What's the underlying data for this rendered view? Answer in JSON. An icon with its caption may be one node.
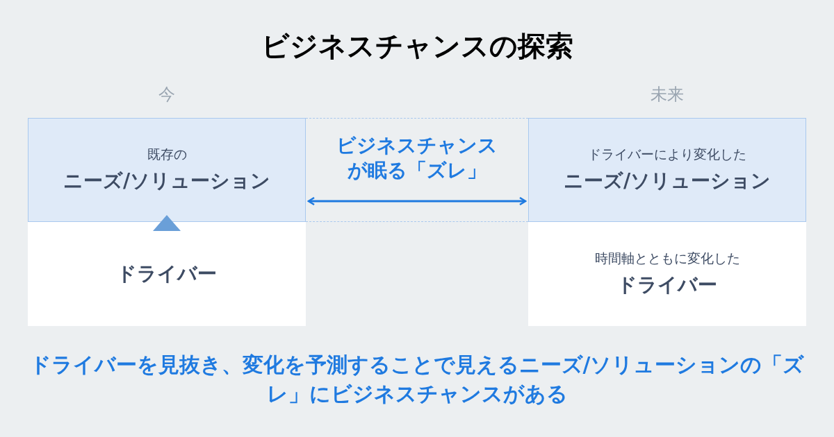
{
  "diagram": {
    "title": "ビジネスチャンスの探索",
    "nodes": [
      {
        "text": [
          "既存の",
          "ニーズ/ソリューション"
        ]
      },
      {
        "text": [
          "ドライバー"
        ]
      },
      {
        "text": [
          "ドライバーにより変化した",
          "ニーズ/ソリューション"
        ]
      },
      {
        "text": [
          "時間軸とともに変化した",
          "ドライバー"
        ]
      }
    ],
    "edges": [
      {
        "from": 1,
        "to": 0,
        "arrow": "to",
        "color": "#6a9fd8"
      },
      {
        "from": 0,
        "to": 2,
        "arrow": "both",
        "color": "#1f7ae0",
        "label": "ビジネスチャンスが眠る「ズレ」"
      }
    ],
    "labels": [
      "今",
      "未来"
    ],
    "caption": "ドライバーを見抜き、変化を予測することで見えるニーズ/ソリューションの「ズレ」にビジネスチャンスがある"
  }
}
